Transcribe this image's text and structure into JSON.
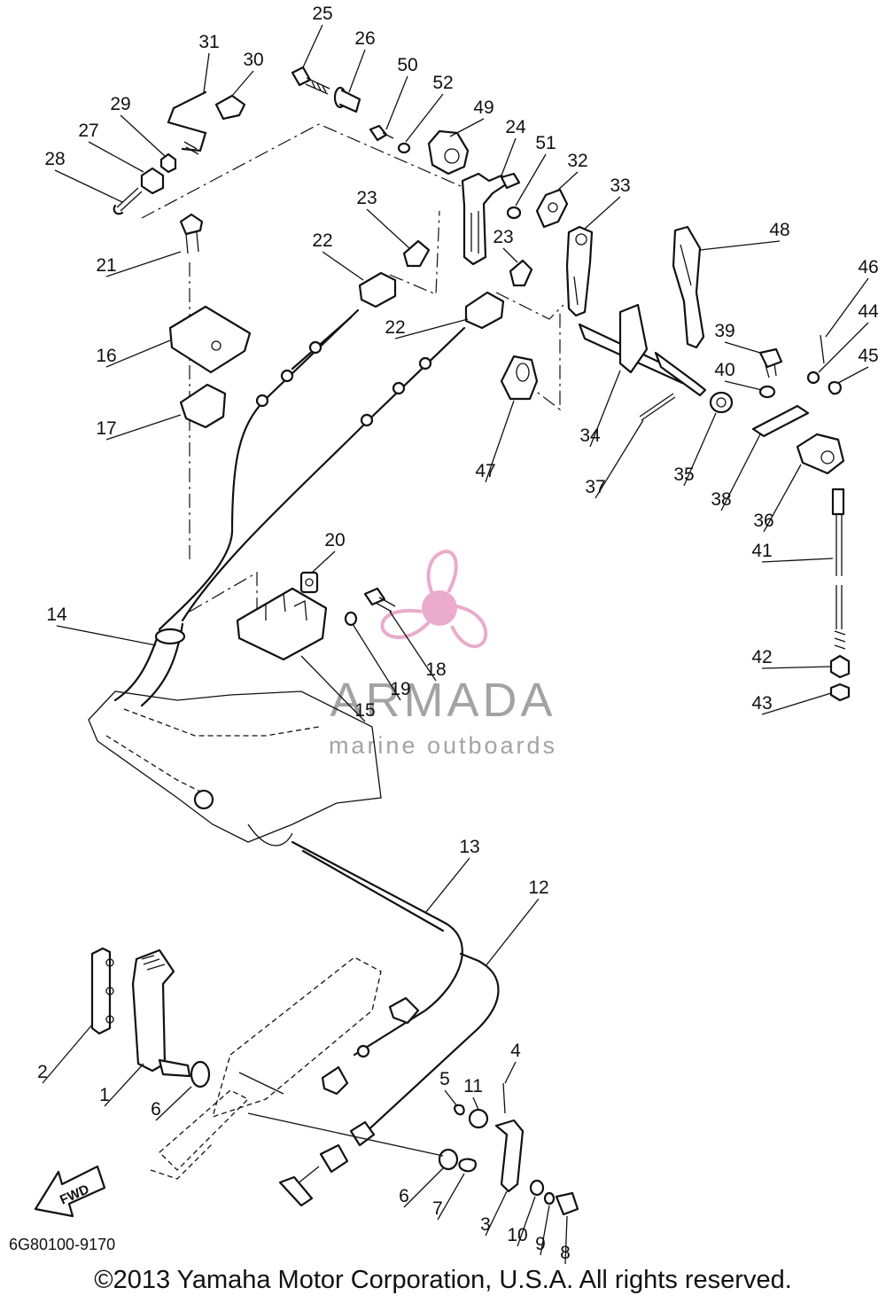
{
  "diagram": {
    "callouts": [
      {
        "id": "25",
        "label": "25"
      },
      {
        "id": "26",
        "label": "26"
      },
      {
        "id": "50",
        "label": "50"
      },
      {
        "id": "52",
        "label": "52"
      },
      {
        "id": "49",
        "label": "49"
      },
      {
        "id": "24",
        "label": "24"
      },
      {
        "id": "51",
        "label": "51"
      },
      {
        "id": "32",
        "label": "32"
      },
      {
        "id": "33",
        "label": "33"
      },
      {
        "id": "31",
        "label": "31"
      },
      {
        "id": "30",
        "label": "30"
      },
      {
        "id": "29",
        "label": "29"
      },
      {
        "id": "27",
        "label": "27"
      },
      {
        "id": "28",
        "label": "28"
      },
      {
        "id": "23a",
        "label": "23"
      },
      {
        "id": "23b",
        "label": "23"
      },
      {
        "id": "22a",
        "label": "22"
      },
      {
        "id": "22b",
        "label": "22"
      },
      {
        "id": "21",
        "label": "21"
      },
      {
        "id": "16",
        "label": "16"
      },
      {
        "id": "17",
        "label": "17"
      },
      {
        "id": "48",
        "label": "48"
      },
      {
        "id": "46",
        "label": "46"
      },
      {
        "id": "44",
        "label": "44"
      },
      {
        "id": "45",
        "label": "45"
      },
      {
        "id": "39",
        "label": "39"
      },
      {
        "id": "40",
        "label": "40"
      },
      {
        "id": "34",
        "label": "34"
      },
      {
        "id": "47",
        "label": "47"
      },
      {
        "id": "37",
        "label": "37"
      },
      {
        "id": "35",
        "label": "35"
      },
      {
        "id": "38",
        "label": "38"
      },
      {
        "id": "36",
        "label": "36"
      },
      {
        "id": "41",
        "label": "41"
      },
      {
        "id": "42",
        "label": "42"
      },
      {
        "id": "43",
        "label": "43"
      },
      {
        "id": "20",
        "label": "20"
      },
      {
        "id": "14",
        "label": "14"
      },
      {
        "id": "18",
        "label": "18"
      },
      {
        "id": "19",
        "label": "19"
      },
      {
        "id": "15",
        "label": "15"
      },
      {
        "id": "13",
        "label": "13"
      },
      {
        "id": "12",
        "label": "12"
      },
      {
        "id": "2",
        "label": "2"
      },
      {
        "id": "1",
        "label": "1"
      },
      {
        "id": "6a",
        "label": "6"
      },
      {
        "id": "6b",
        "label": "6"
      },
      {
        "id": "5",
        "label": "5"
      },
      {
        "id": "11",
        "label": "11"
      },
      {
        "id": "4",
        "label": "4"
      },
      {
        "id": "7",
        "label": "7"
      },
      {
        "id": "3",
        "label": "3"
      },
      {
        "id": "10",
        "label": "10"
      },
      {
        "id": "9",
        "label": "9"
      },
      {
        "id": "8",
        "label": "8"
      }
    ],
    "fwd_label": "FWD"
  },
  "watermark": {
    "brand": "ARMADA",
    "tagline": "marine outboards",
    "color": "#e8a3c7"
  },
  "diagram_code": "6G80100-9170",
  "copyright": "©2013 Yamaha Motor Corporation, U.S.A. All rights reserved."
}
